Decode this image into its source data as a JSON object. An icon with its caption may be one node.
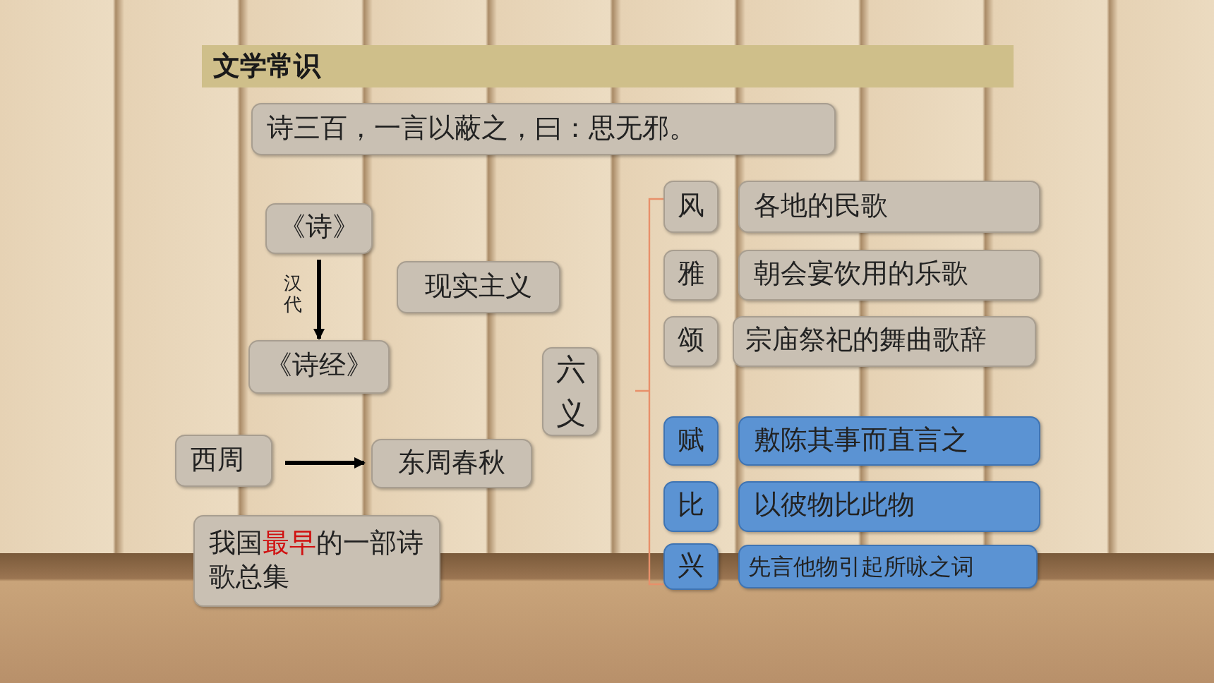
{
  "diagram": {
    "title": "文学常识",
    "nodes": [
      {
        "text": [
          "诗三百，一言以蔽之，曰：思无邪。"
        ]
      },
      {
        "text": [
          "《诗》"
        ]
      },
      {
        "text": [
          "《诗经》"
        ]
      },
      {
        "text": [
          "现实主义"
        ]
      },
      {
        "text": [
          "六义"
        ]
      },
      {
        "text": [
          "西周"
        ]
      },
      {
        "text": [
          "东周春秋"
        ]
      },
      {
        "text": [
          "我国**最早**的一部诗歌总集"
        ]
      },
      {
        "text": [
          "风"
        ]
      },
      {
        "text": [
          "各地的民歌"
        ]
      },
      {
        "text": [
          "雅"
        ]
      },
      {
        "text": [
          "朝会宴饮用的乐歌"
        ]
      },
      {
        "text": [
          "颂"
        ]
      },
      {
        "text": [
          "宗庙祭祀的舞曲歌辞"
        ]
      },
      {
        "text": [
          "赋"
        ]
      },
      {
        "text": [
          "敷陈其事而直言之"
        ]
      },
      {
        "text": [
          "比"
        ]
      },
      {
        "text": [
          "以彼物比此物"
        ]
      },
      {
        "text": [
          "兴"
        ]
      },
      {
        "text": [
          "先言他物引起所咏之词"
        ]
      }
    ],
    "edges": [
      {
        "from": 1,
        "to": 2,
        "arrow": "to",
        "label": "汉代"
      },
      {
        "from": 5,
        "to": 6,
        "arrow": "to"
      }
    ]
  }
}
